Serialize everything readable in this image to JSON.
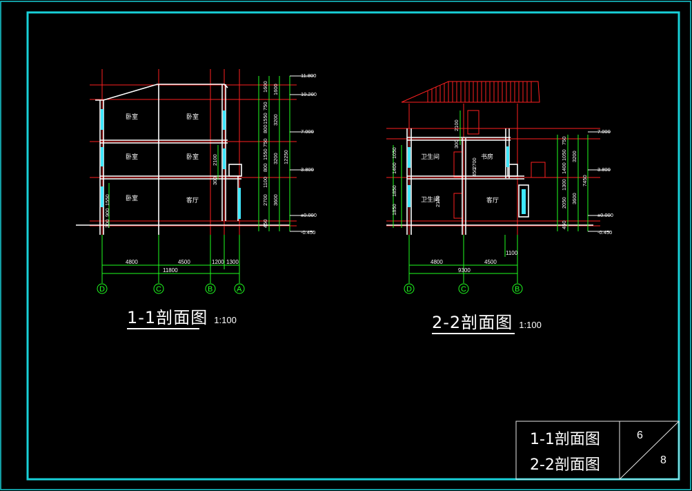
{
  "colors": {
    "background": "#000000",
    "frame": "#18d0d8",
    "axis_line": "#ff2020",
    "wall": "#ffffff",
    "dimension": "#20ff20",
    "level": "#ffffff",
    "window": "#40e8ff",
    "grid_bubble": "#20ff20",
    "room_label": "#ffffff"
  },
  "section1": {
    "title": "1-1剖面图",
    "scale": "1:100",
    "rooms": [
      "卧室",
      "卧室",
      "卧室",
      "卧室",
      "卧室",
      "客厅"
    ],
    "grid_labels": [
      "D",
      "C",
      "B",
      "A"
    ],
    "bottom_dims": [
      "4800",
      "4500",
      "1200",
      "1300"
    ],
    "total_dim": "11800",
    "right_dims": [
      "1600",
      "750",
      "1550",
      "800",
      "750",
      "1550",
      "800",
      "1100",
      "2700",
      "450"
    ],
    "right_totals": [
      "1600",
      "3200",
      "3200",
      "3600",
      "12250"
    ],
    "levels": [
      "11.800",
      "10.200",
      "7.000",
      "3.800",
      "±0.000",
      "-0.450"
    ],
    "inner_dims": [
      "2100",
      "300",
      "1550",
      "900",
      "300"
    ]
  },
  "section2": {
    "title": "2-2剖面图",
    "scale": "1:100",
    "rooms": [
      "卫生间",
      "书房",
      "卫生间",
      "客厅"
    ],
    "grid_labels": [
      "D",
      "C",
      "B"
    ],
    "bottom_dims": [
      "4800",
      "4500"
    ],
    "total_dim": "9300",
    "extra_dim": "1100",
    "right_dims": [
      "750",
      "1050",
      "1400",
      "1300",
      "2050",
      "450"
    ],
    "right_totals": [
      "3200",
      "3600",
      "7450"
    ],
    "levels": [
      "7.000",
      "3.800",
      "±0.000",
      "-0.450"
    ],
    "left_dims": [
      "1050",
      "1400",
      "1850",
      "1850"
    ],
    "inner_dims": [
      "2100",
      "300",
      "2700",
      "450",
      "2100"
    ]
  },
  "title_block": {
    "line1": "1-1剖面图",
    "line2": "2-2剖面图",
    "sheet_no": "6",
    "sheet_total": "8"
  }
}
